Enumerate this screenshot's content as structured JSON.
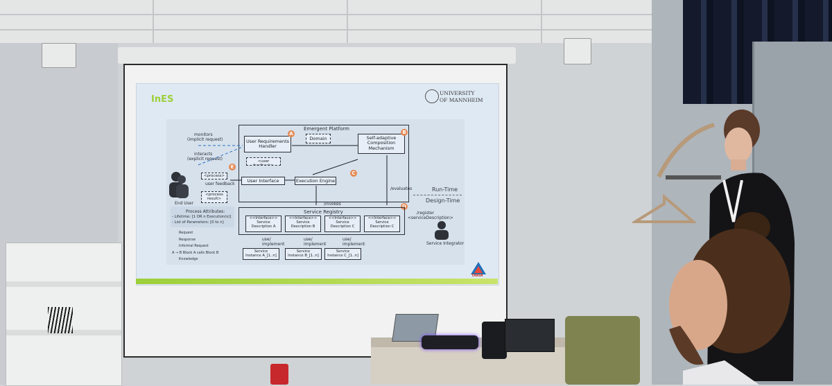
{
  "slide": {
    "logo_left": "InES",
    "logo_right": [
      "UNIVERSITY",
      "OF MANNHEIM"
    ],
    "logo_bottom": "TARIA",
    "emergent_platform": "Emergent Platform",
    "user_req_handler": [
      "User Requirements",
      "Handler"
    ],
    "domain": "Domain",
    "self_adaptive": [
      "Self-adaptive",
      "Composition",
      "Mechanism"
    ],
    "user_feedback_box": "<user feedback>",
    "user_interface": "User Interface",
    "execution_engine": "Execution Engine",
    "monitors": [
      "monitors",
      "(implicit request)"
    ],
    "interacts": [
      "interacts",
      "(explicit request)"
    ],
    "process": "<process>",
    "user_feedback": "user feedback",
    "process_result": [
      "<process",
      "result>"
    ],
    "end_user": "End User",
    "evaluates": "/evaluates",
    "invokes": "/invokes",
    "run_time": "Run-Time",
    "design_time": "Design-Time",
    "service_registry": "Service Registry",
    "interface_label": "<<Interface>>",
    "service_descriptions": [
      [
        "Service",
        "Description A"
      ],
      [
        "Service",
        "Description B"
      ],
      [
        "Service",
        "Description C"
      ],
      [
        "Service",
        "Description C"
      ]
    ],
    "register": [
      "/register",
      "<serviceDescription>"
    ],
    "service_integrator": "Service Integrator",
    "use_implement": [
      "use/",
      "implement"
    ],
    "service_instances": [
      [
        "Service",
        "Instance A_[1..n]"
      ],
      [
        "Service",
        "Instance B_[1..n]"
      ],
      [
        "Service",
        "Instance C_[1..n]"
      ]
    ],
    "process_attributes": {
      "title": "Process Attributes:",
      "items": [
        "- Lifetime: [1 OR n Execution(s)]",
        "- List of Parameters: [0 to n]"
      ]
    },
    "legend": [
      "Request",
      "Response",
      "Informal Request",
      "A → B  Block A calls Block B",
      "Knowledge"
    ],
    "badges": [
      "A",
      "B",
      "C",
      "D",
      "E"
    ]
  }
}
